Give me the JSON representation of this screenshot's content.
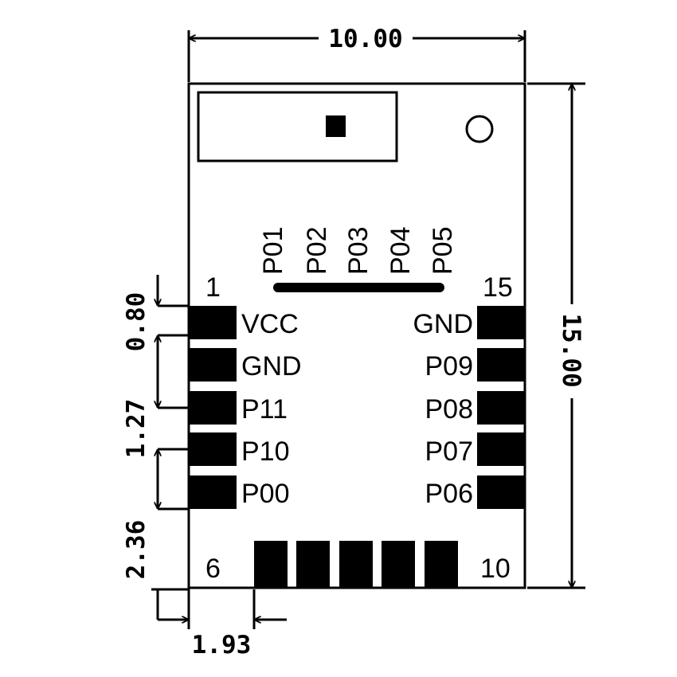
{
  "dimensions": {
    "width": "10.00",
    "height": "15.00",
    "edge_to_pin1": "0.80",
    "pitch": "1.27",
    "bottom_to_pad": "2.36",
    "side_to_bottom_pad": "1.93"
  },
  "pin_numbers": {
    "pin1": "1",
    "pin6": "6",
    "pin10": "10",
    "pin15": "15"
  },
  "left_pins": [
    "VCC",
    "GND",
    "P11",
    "P10",
    "P00"
  ],
  "right_pins": [
    "GND",
    "P09",
    "P08",
    "P07",
    "P06"
  ],
  "bottom_pins": [
    "P01",
    "P02",
    "P03",
    "P04",
    "P05"
  ]
}
